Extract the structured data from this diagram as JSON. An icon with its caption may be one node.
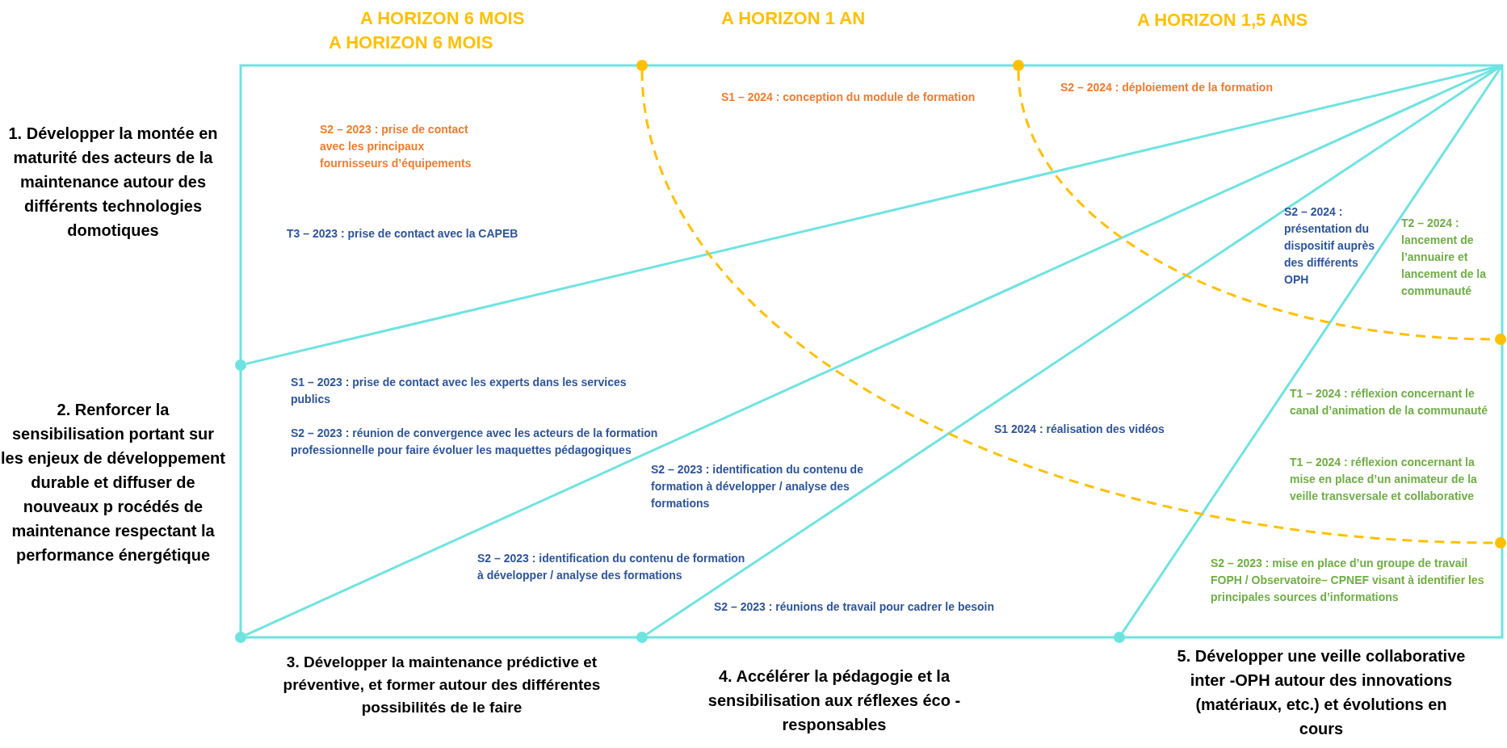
{
  "diagram": {
    "nodes": [
      {
        "text": [],
        "shape": "circle"
      },
      {
        "text": [],
        "shape": "circle"
      },
      {
        "text": [],
        "shape": "circle"
      },
      {
        "text": [],
        "shape": "circle"
      },
      {
        "text": [],
        "shape": "circle"
      },
      {
        "text": [],
        "shape": "circle"
      },
      {
        "text": [],
        "shape": "circle"
      },
      {
        "text": [],
        "shape": "circle"
      }
    ],
    "edges": [
      {
        "from": null,
        "to": 3,
        "arrow": "none"
      },
      {
        "from": null,
        "to": 5,
        "arrow": "none"
      },
      {
        "from": null,
        "to": 6,
        "arrow": "none"
      },
      {
        "from": null,
        "to": 7,
        "arrow": "none"
      },
      {
        "from": 0,
        "to": 4,
        "arrow": "none",
        "style": "dashed",
        "color": "#ffc000"
      },
      {
        "from": 1,
        "to": 2,
        "arrow": "none",
        "style": "dashed",
        "color": "#ffc000"
      }
    ],
    "labels": [
      "A HORIZON 6 MOIS",
      "A HORIZON 6 MOIS",
      "A HORIZON 1 AN",
      "A HORIZON 1,5 ANS",
      "1. Développer la montée en maturité des acteurs de la maintenance autour des différents technologies domotiques",
      "S2 – 2023 : prise de contact avec les principaux fournisseurs d’équipements",
      "T3 – 2023 : prise de contact avec la CAPEB",
      "S1 – 2024 : conception du module de formation",
      "S2 – 2024 : déploiement de la formation",
      "S2 – 2024 : présentation du dispositif auprès des différents OPH",
      "T2 – 2024 : lancement de l’annuaire et lancement de la communauté",
      "2. Renforcer la sensibilisation portant sur les enjeux de développement durable et diffuser de nouveaux p rocédés de maintenance respectant la performance énergétique",
      "S1 – 2023 : prise de contact avec les experts dans les services publics",
      "S2 – 2023 : réunion de convergence avec les acteurs de la formation professionnelle pour faire évoluer les maquettes pédagogiques",
      "S2 – 2023 : identification du contenu de formation à développer / analyse des formations",
      "S1 2024 : réalisation des vidéos",
      "T1 – 2024 : réflexion concernant le canal d’animation de la communauté",
      "T1 – 2024 : réflexion concernant la mise en place d’un animateur de la veille transversale et collaborative",
      "S2 – 2023 : identification du contenu de formation à développer / analyse des formations",
      "S2 – 2023 : réunions de travail pour cadrer le besoin",
      "S2 – 2023 : mise en place d’un groupe de travail FOPH / Observatoire– CPNEF visant à identifier les principales sources d’informations",
      "3. Développer la maintenance prédictive et préventive, et former autour des différentes possibilités de le faire",
      "4. Accélérer la pédagogie et la sensibilisation aux réflexes éco - responsables",
      "5. Développer une veille collaborative inter -OPH autour des innovations (matériaux, etc.) et évolutions en cours"
    ]
  }
}
